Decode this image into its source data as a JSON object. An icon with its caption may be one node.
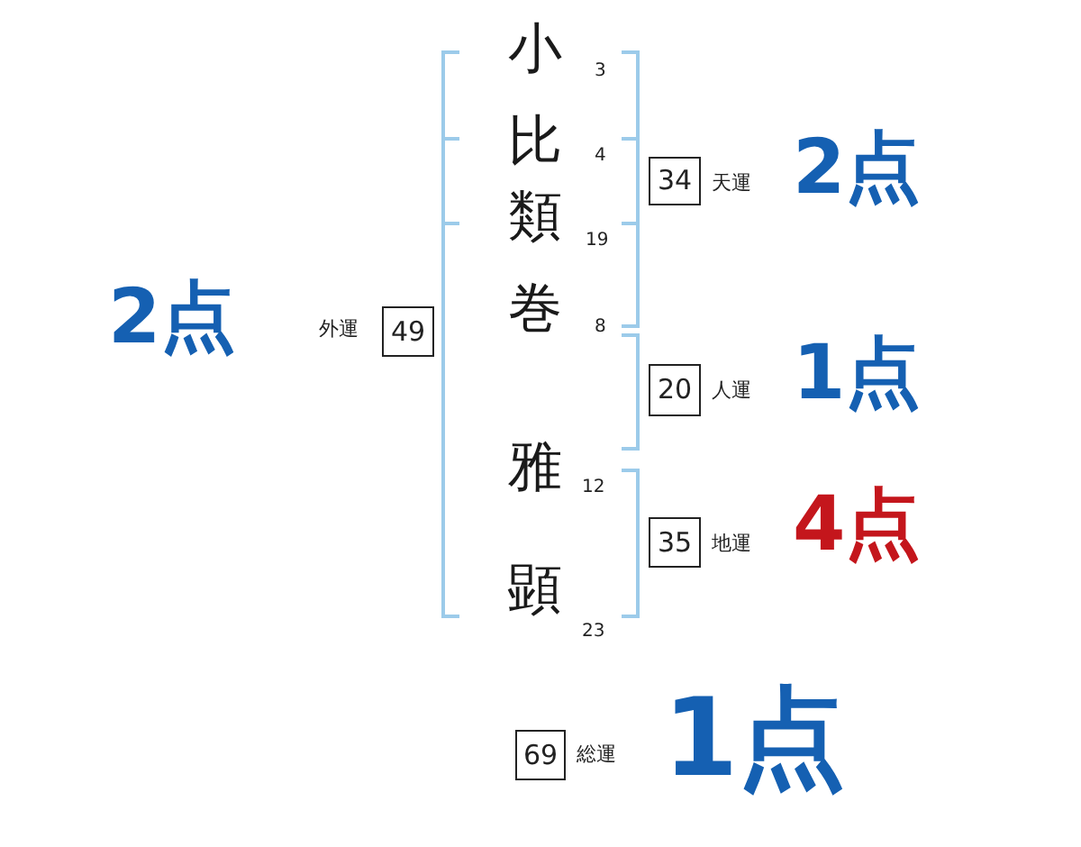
{
  "diagram": {
    "nodes": [
      {
        "text": [
          "34"
        ],
        "beside": [
          "天運",
          "2点"
        ]
      },
      {
        "text": [
          "49"
        ],
        "beside": [
          "外運",
          "2点"
        ]
      },
      {
        "text": [
          "20"
        ],
        "beside": [
          "人運",
          "1点"
        ]
      },
      {
        "text": [
          "35"
        ],
        "beside": [
          "地運",
          "4点"
        ]
      },
      {
        "text": [
          "69"
        ],
        "beside": [
          "総運",
          "1点"
        ]
      }
    ],
    "labels": [
      "小",
      "3",
      "比",
      "4",
      "類",
      "19",
      "巻",
      "8",
      "雅",
      "12",
      "顕",
      "23"
    ]
  }
}
